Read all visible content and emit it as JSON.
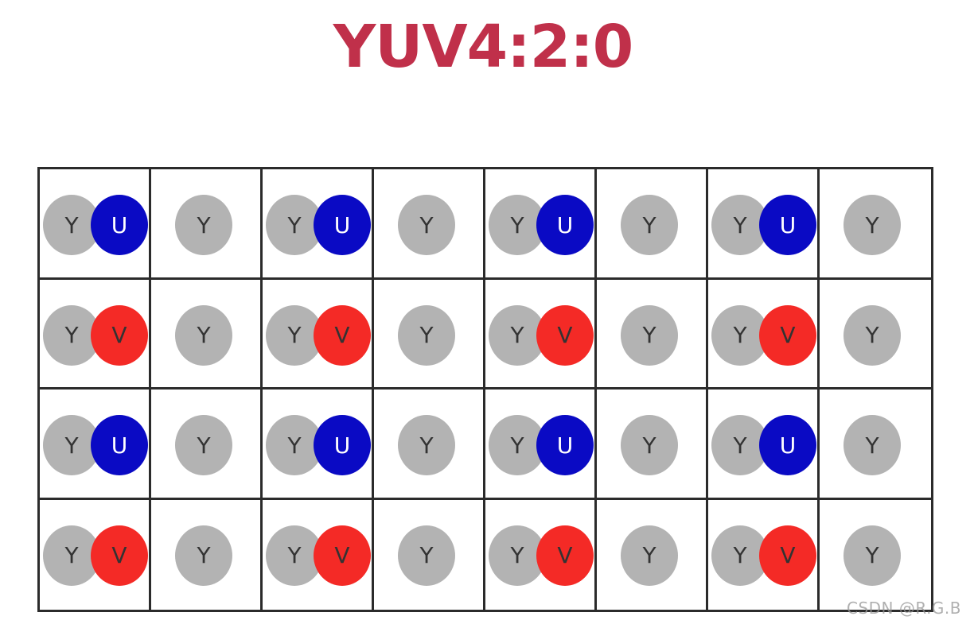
{
  "title": "YUV4:2:0",
  "watermark": "CSDN @R.G.B",
  "colors": {
    "title": "#c0304a",
    "luma": "#b3b3b3",
    "u": "#0a0ac4",
    "v": "#f42a26"
  },
  "grid": {
    "rows": [
      [
        "YU",
        "Y",
        "YU",
        "Y",
        "YU",
        "Y",
        "YU",
        "Y"
      ],
      [
        "YV",
        "Y",
        "YV",
        "Y",
        "YV",
        "Y",
        "YV",
        "Y"
      ],
      [
        "YU",
        "Y",
        "YU",
        "Y",
        "YU",
        "Y",
        "YU",
        "Y"
      ],
      [
        "YV",
        "Y",
        "YV",
        "Y",
        "YV",
        "Y",
        "YV",
        "Y"
      ]
    ]
  }
}
